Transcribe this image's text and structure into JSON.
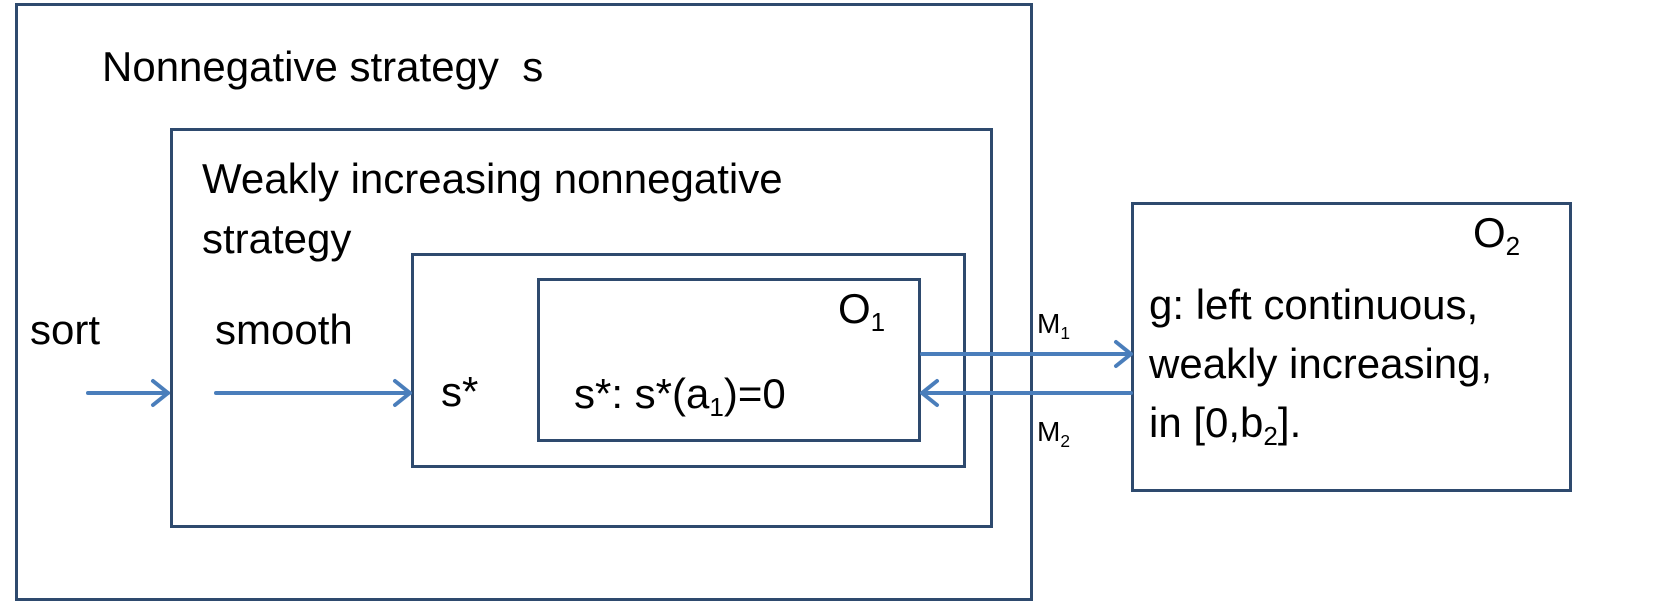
{
  "colors": {
    "box_border": "#2e4a6e",
    "arrow": "#4a7ebb",
    "text": "#000000"
  },
  "outer_box": {
    "title": "Nonnegative strategy  s"
  },
  "middle_box": {
    "title_line1": "Weakly increasing nonnegative",
    "title_line2": "strategy"
  },
  "inner_box": {
    "label": "s*"
  },
  "o1_box": {
    "name": "O",
    "name_sub": "1",
    "formula_pre": "s*: s*(a",
    "formula_sub": "1",
    "formula_post": ")=0"
  },
  "o2_box": {
    "name": "O",
    "name_sub": "2",
    "line1": "g: left continuous,",
    "line2": "weakly increasing,",
    "line3_pre": "in [0,b",
    "line3_sub": "2",
    "line3_post": "]."
  },
  "arrows": {
    "sort_label": "sort",
    "smooth_label": "smooth",
    "m1_label": "M",
    "m1_sub": "1",
    "m2_label": "M",
    "m2_sub": "2"
  }
}
